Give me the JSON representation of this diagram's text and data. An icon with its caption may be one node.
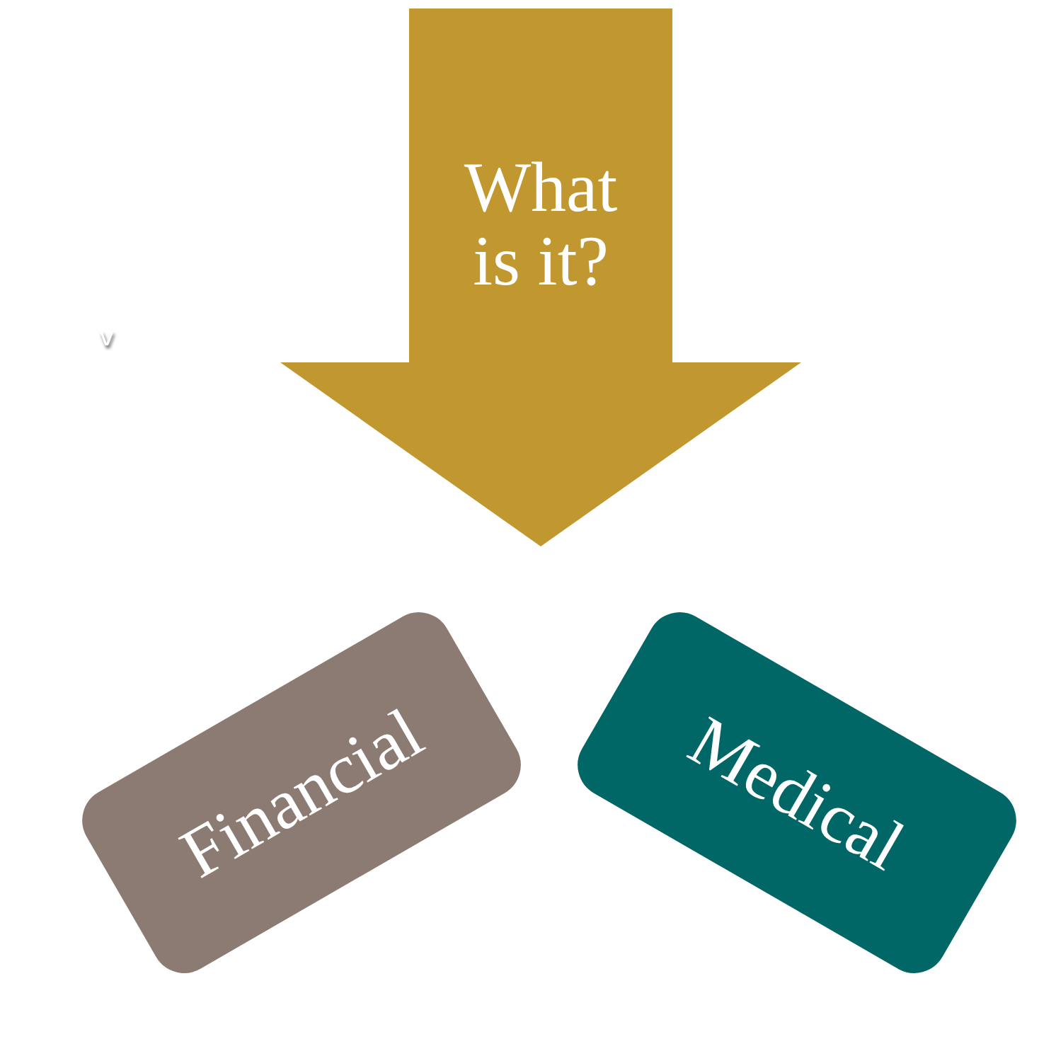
{
  "diagram": {
    "nodes": [
      {
        "text": [
          "What is it?"
        ]
      },
      {
        "text": [
          "Financial"
        ]
      },
      {
        "text": [
          "Medical"
        ]
      }
    ],
    "labels": [
      "v"
    ]
  }
}
